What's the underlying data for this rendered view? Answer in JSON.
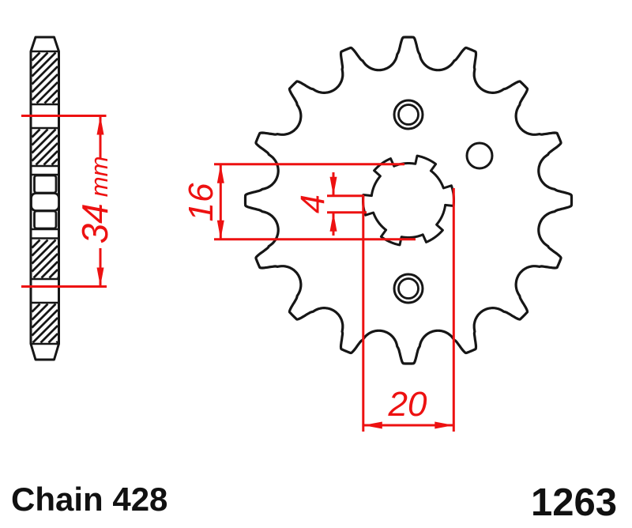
{
  "dims": {
    "side_value": "34",
    "side_unit": "mm",
    "bore": "16",
    "keyway": "4",
    "spline": "20"
  },
  "footer": {
    "chain_label": "Chain 428",
    "part_number": "1263"
  },
  "gear": {
    "teeth": 16,
    "spline_notches": 6,
    "bolt_holes": 3
  },
  "colors": {
    "dimension": "#ed1111",
    "outline": "#161616",
    "background": "#ffffff"
  }
}
